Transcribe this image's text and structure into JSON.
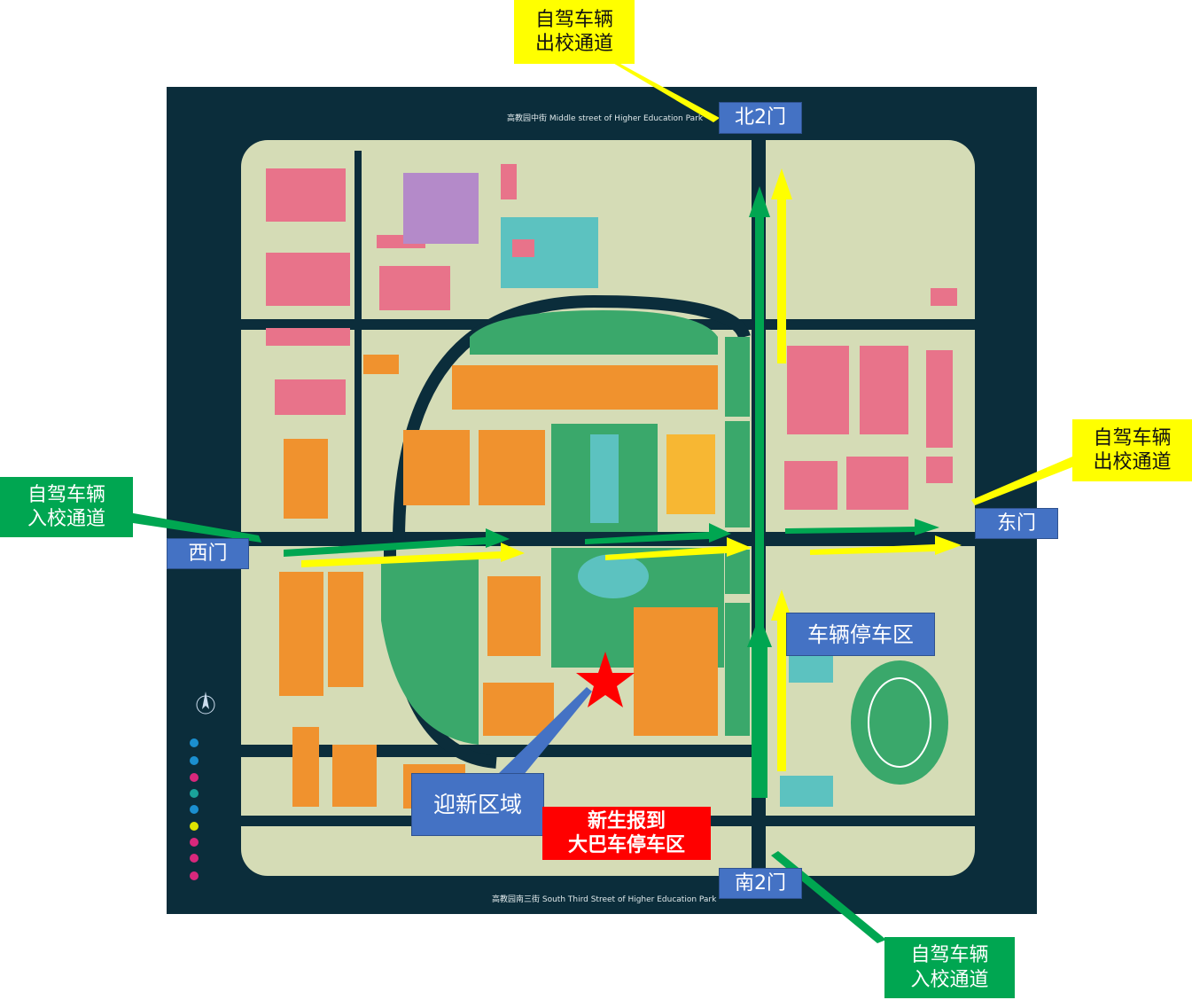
{
  "title": "校园迎新交通示意图",
  "streets": {
    "north": "高教园中街 Middle street of Higher Education Park",
    "south": "高教园南三街 South Third Street of Higher Education Park"
  },
  "gates": {
    "north": "北2门",
    "west": "西门",
    "east": "东门",
    "south": "南2门"
  },
  "callouts": {
    "exit_north": [
      "自驾车辆",
      "出校通道"
    ],
    "entry_west": [
      "自驾车辆",
      "入校通道"
    ],
    "exit_east": [
      "自驾车辆",
      "出校通道"
    ],
    "entry_south": [
      "自驾车辆",
      "入校通道"
    ],
    "parking": "车辆停车区",
    "welcome": "迎新区域",
    "bus": [
      "新生报到",
      "大巴车停车区"
    ]
  },
  "colors": {
    "map_bg": "#0b2d3b",
    "ground": "#d5dcb6",
    "green_space": "#3aa86b",
    "academic": "#f0922e",
    "dorm": "#e8738a",
    "sports": "#5cc2c0",
    "entry_arrow": "#00a651",
    "exit_arrow": "#ffff00",
    "star": "#ff0000"
  }
}
